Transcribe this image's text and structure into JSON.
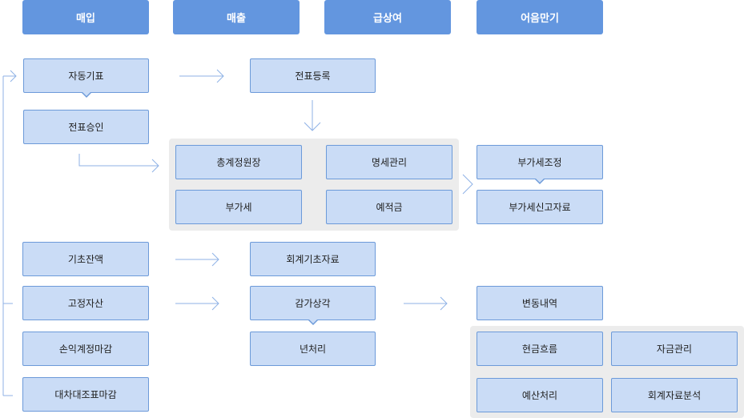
{
  "headers": {
    "purchase": "매입",
    "sales": "매출",
    "payroll": "급상여",
    "notes_due": "어음만기"
  },
  "boxes": {
    "auto_slip": "자동기표",
    "slip_register": "전표등록",
    "slip_approval": "전표승인",
    "general_ledger": "총계정원장",
    "detail_management": "명세관리",
    "vat": "부가세",
    "deposit": "예적금",
    "vat_adjustment": "부가세조정",
    "vat_report_data": "부가세신고자료",
    "opening_balance": "기초잔액",
    "accounting_base_data": "회계기초자료",
    "fixed_assets": "고정자산",
    "depreciation": "감가상각",
    "change_history": "변동내역",
    "year_processing": "년처리",
    "cash_flow": "현금흐름",
    "fund_management": "자금관리",
    "pl_closing": "손익계정마감",
    "budget_processing": "예산처리",
    "accounting_analysis": "회계자료분석",
    "bs_closing": "대차대조표마감"
  }
}
